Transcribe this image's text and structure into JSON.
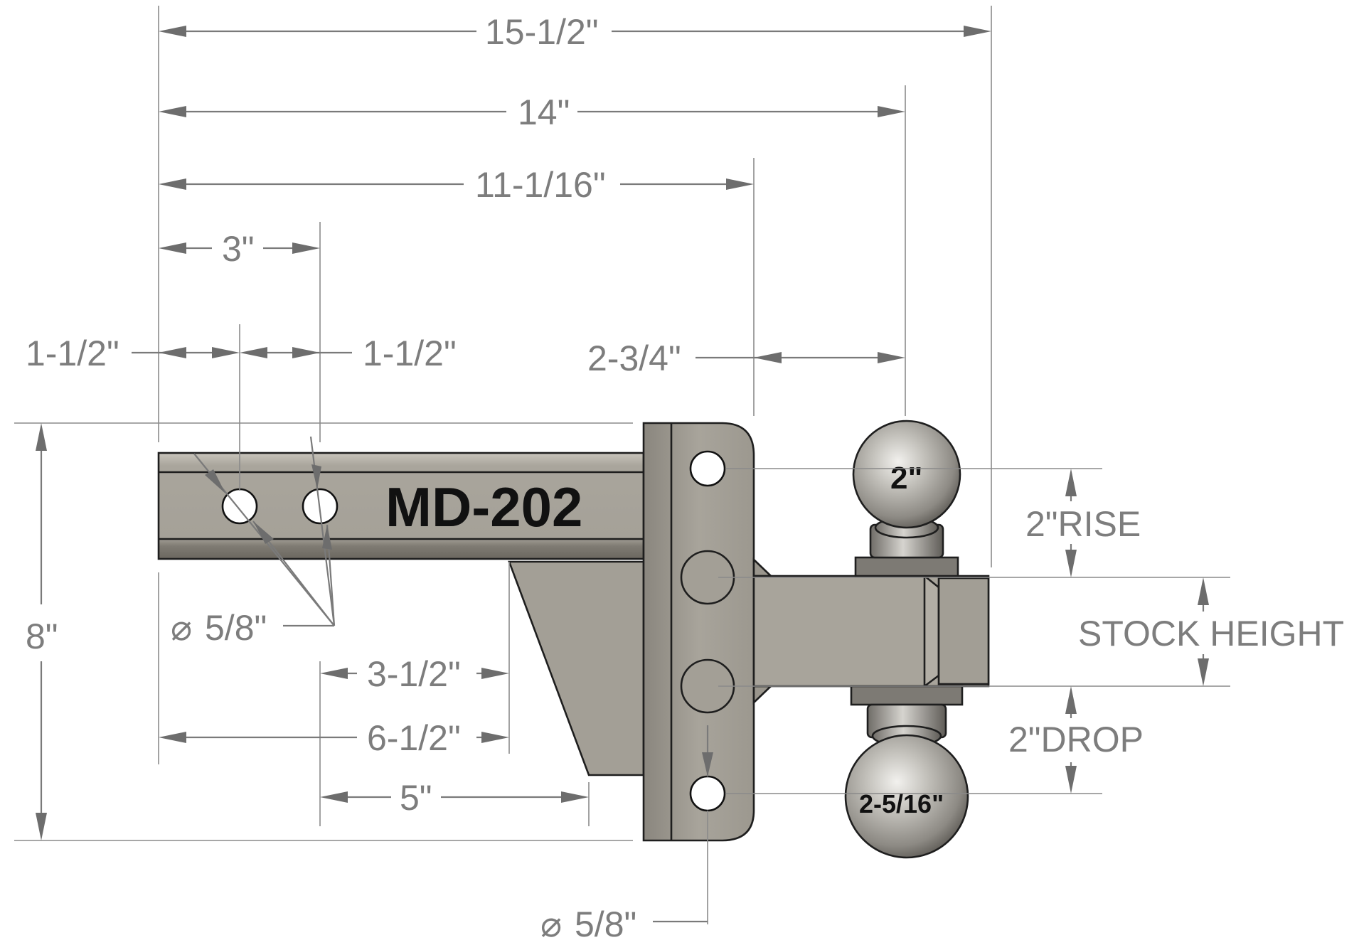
{
  "drawing": {
    "model": "MD-202",
    "ball_large": "2-5/16\"",
    "ball_small": "2\"",
    "dimensions": {
      "overall_length": "15-1/2\"",
      "length_14": "14\"",
      "length_11": "11-1/16\"",
      "hole_spacing": "3\"",
      "hole_offset_left": "1-1/2\"",
      "hole_offset_right": "1-1/2\"",
      "mount_offset": "2-3/4\"",
      "height": "8\"",
      "pin_hole_diameter": "5/8\"",
      "plate_hole_diameter": "5/8\"",
      "gusset_offset": "3-1/2\"",
      "gusset_length": "6-1/2\"",
      "gusset_span": "5\"",
      "rise": "2\"RISE",
      "stock_height": "STOCK HEIGHT",
      "drop": "2\"DROP"
    }
  },
  "colors": {
    "steel": "#a7a39a",
    "steel_dark": "#8e8a82",
    "dimension": "#7d7d7d",
    "outline": "#1e1e1e"
  }
}
